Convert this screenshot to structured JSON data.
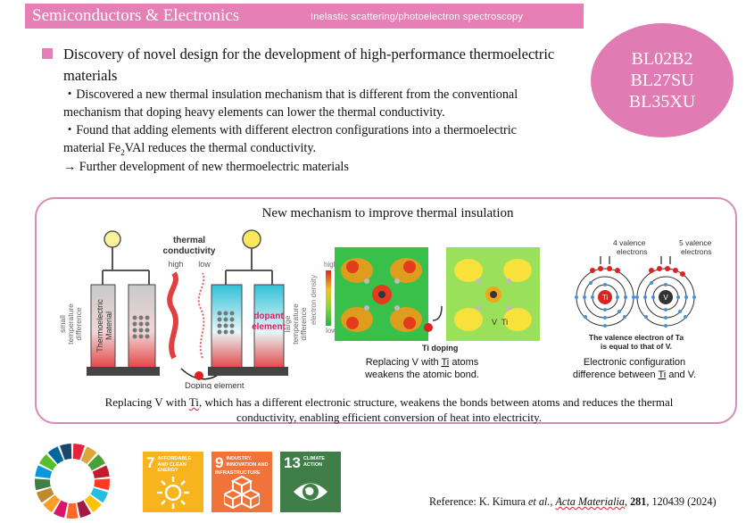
{
  "header": {
    "title": "Semiconductors & Electronics",
    "subtitle": "Inelastic scattering/photoelectron spectroscopy"
  },
  "beamlines": [
    "BL02B2",
    "BL27SU",
    "BL35XU"
  ],
  "main": {
    "heading": "Discovery of novel design for the development of high-performance thermoelectric materials",
    "point1_line1": "・Discovered a new thermal insulation mechanism that is different from the conventional",
    "point1_line2": "mechanism that doping heavy elements can lower the thermal conductivity.",
    "point2_line1": "・Found that adding elements with different electron configurations into a thermoelectric",
    "point2_line2_a": "material Fe",
    "point2_line2_sub": "2",
    "point2_line2_b": "VAl reduces the thermal conductivity.",
    "point3": "→ Further development of new thermoelectric materials"
  },
  "panel": {
    "title": "New mechanism to improve thermal insulation",
    "fig1": {
      "thermal_conductivity_1": "thermal",
      "thermal_conductivity_2": "conductivity",
      "high": "high",
      "low": "low",
      "small_1": "small",
      "small_2": "temperature",
      "small_3": "difference",
      "large_1": "large",
      "large_2": "temperature",
      "large_3": "difference",
      "material_1": "Thermoelectric",
      "material_2": "Material",
      "dopant_1": "dopant",
      "dopant_2": "element",
      "doping_element": "Doping element"
    },
    "fig2": {
      "high": "high",
      "low": "low",
      "axis": "electron density",
      "ti_doping": "Ti doping",
      "caption_a": "Replacing V with ",
      "caption_ti": "Ti",
      "caption_b": " atoms",
      "caption_line2": "weakens the atomic bond.",
      "v": "V",
      "ti": "Ti"
    },
    "fig3": {
      "four_1": "4 valence",
      "four_2": "electrons",
      "five_1": "5 valence",
      "five_2": "electrons",
      "ti": "Ti",
      "v": "V",
      "note_1": "The valence electron of Ta",
      "note_2": "is equal to that of V.",
      "caption_1": "Electronic configuration",
      "caption_2a": "difference between ",
      "caption_ti": "Ti",
      "caption_2b": " and V."
    },
    "caption_a": "Replacing V with ",
    "caption_ti": "Ti",
    "caption_b": ", which has a different electronic structure, weakens the bonds between atoms and reduces the thermal",
    "caption_line2": "conductivity, enabling efficient conversion of heat into electricity."
  },
  "sdgs": [
    {
      "number": "7",
      "label": "AFFORDABLE AND CLEAN ENERGY",
      "color": "#f7b41d"
    },
    {
      "number": "9",
      "label": "INDUSTRY, INNOVATION AND INFRASTRUCTURE",
      "color": "#f0743a"
    },
    {
      "number": "13",
      "label": "CLIMATE ACTION",
      "color": "#3f7f47"
    }
  ],
  "reference": {
    "prefix": "Reference: K. Kimura ",
    "etal": "et al.",
    "sep": ", ",
    "journal": "Acta Materialia",
    "sep2": ", ",
    "volume": "281",
    "rest": ", 120439 (2024)"
  }
}
